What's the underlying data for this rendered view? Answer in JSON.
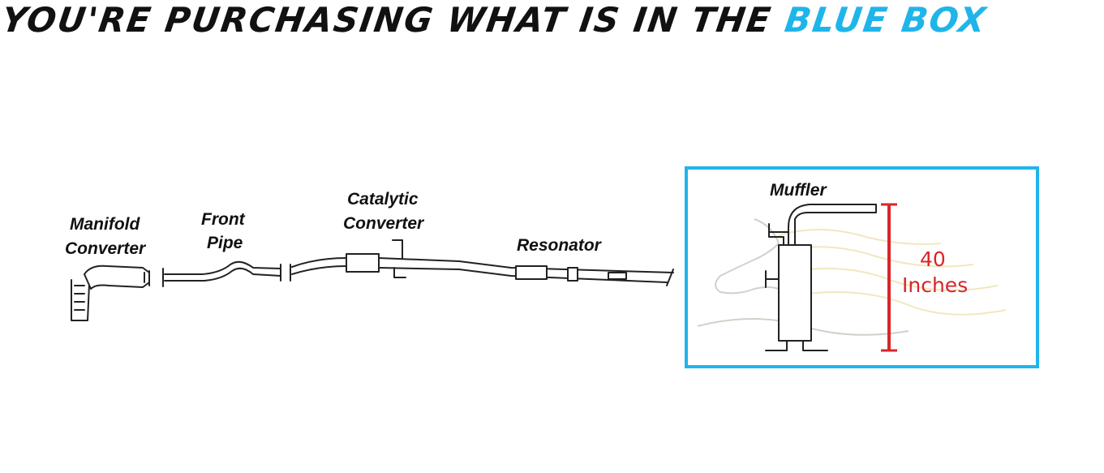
{
  "headline": {
    "lead": "YOU'RE PURCHASING WHAT IS IN THE ",
    "highlight": "BLUE BOX"
  },
  "labels": {
    "manifold_line1": "Manifold",
    "manifold_line2": "Converter",
    "front_pipe_line1": "Front",
    "front_pipe_line2": "Pipe",
    "catalytic_line1": "Catalytic",
    "catalytic_line2": "Converter",
    "resonator": "Resonator",
    "muffler": "Muffler"
  },
  "dimension": {
    "value": "40",
    "unit": "Inches"
  },
  "colors": {
    "highlight_blue": "#1fb5ea",
    "dimension_red": "#d8262a",
    "line_black": "#222222"
  },
  "icons": {
    "watermark": "horse-head-logo"
  }
}
